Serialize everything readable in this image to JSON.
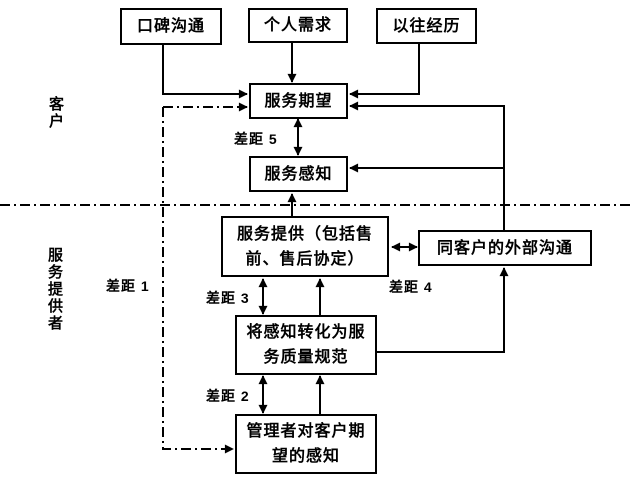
{
  "diagram": {
    "boxes": {
      "word_of_mouth": "口碑沟通",
      "personal_needs": "个人需求",
      "past_experience": "以往经历",
      "service_expectation": "服务期望",
      "service_perception": "服务感知",
      "service_delivery": "服务提供（包括售\n前、售后协定）",
      "external_communication": "同客户的外部沟通",
      "quality_specs": "将感知转化为服\n务质量规范",
      "management_perception": "管理者对客户期\n望的感知"
    },
    "gap_labels": {
      "gap1": "差距 1",
      "gap2": "差距 2",
      "gap3": "差距 3",
      "gap4": "差距 4",
      "gap5": "差距 5"
    },
    "section_labels": {
      "customer": "客户",
      "provider": "服务提供者"
    },
    "colors": {
      "line": "#000000",
      "text": "#000000",
      "background": "#ffffff"
    }
  }
}
